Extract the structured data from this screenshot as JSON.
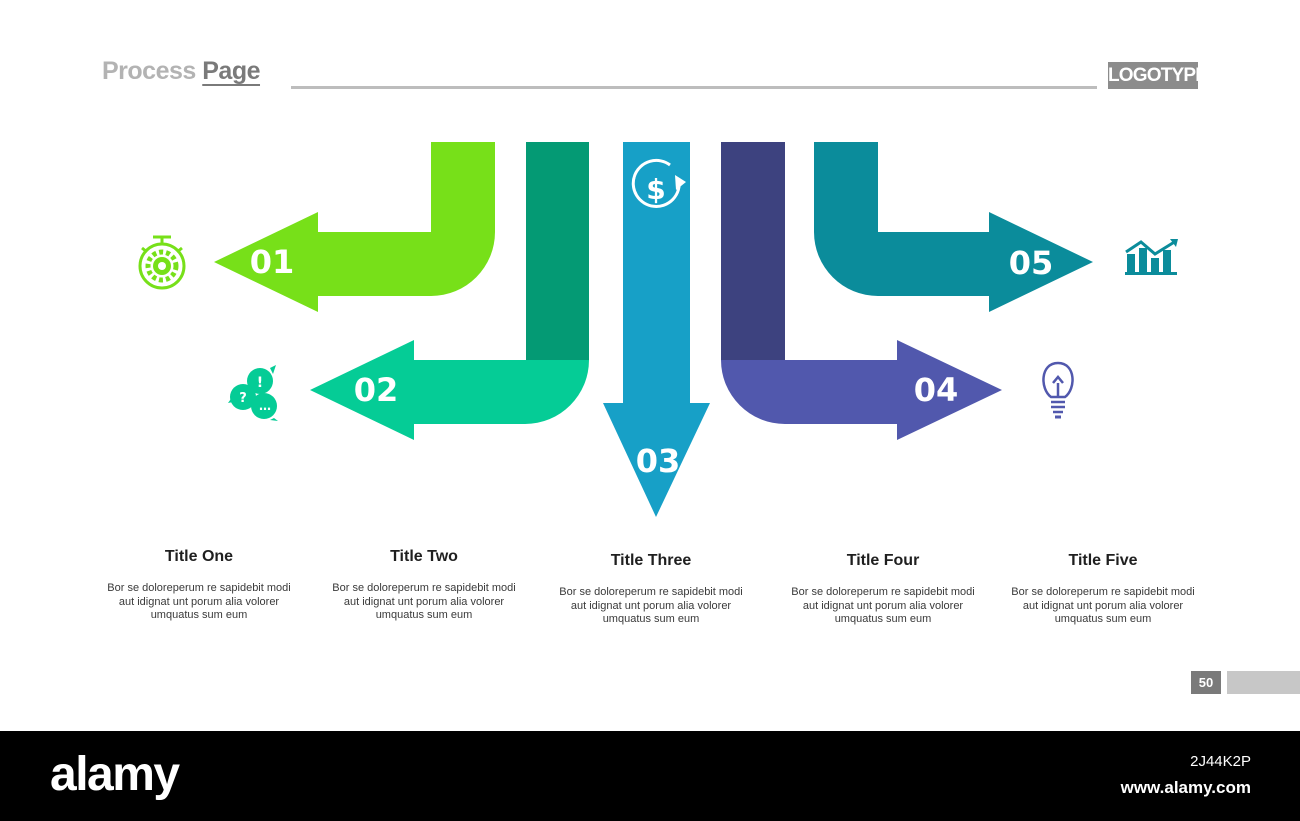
{
  "header": {
    "title_part1": "Process",
    "title_part2": "Page",
    "logo_text": "LOGOTYPE"
  },
  "steps": [
    {
      "number": "01",
      "title": "Title One",
      "text": "Bor se doloreperum re sapidebit modi aut idignat unt porum alia volorer umquatus sum eum",
      "icon": "stopwatch-gear-icon",
      "color": "#77e019",
      "stem_color": "#5da812",
      "direction": "left"
    },
    {
      "number": "02",
      "title": "Title Two",
      "text": "Bor se doloreperum re sapidebit modi aut idignat unt porum alia volorer umquatus sum eum",
      "icon": "chat-bubbles-icon",
      "color": "#05cc96",
      "stem_color": "#049a74",
      "direction": "left"
    },
    {
      "number": "03",
      "title": "Title Three",
      "text": "Bor se doloreperum re sapidebit modi aut idignat unt porum alia volorer umquatus sum eum",
      "icon": "dollar-cycle-icon",
      "color": "#17a0c7",
      "stem_color": "#17a0c7",
      "direction": "down"
    },
    {
      "number": "04",
      "title": "Title Four",
      "text": "Bor se doloreperum re sapidebit modi aut idignat unt porum alia volorer umquatus sum eum",
      "icon": "lightbulb-icon",
      "color": "#5158ad",
      "stem_color": "#3d427f",
      "direction": "right"
    },
    {
      "number": "05",
      "title": "Title Five",
      "text": "Bor se doloreperum re sapidebit modi aut idignat unt porum alia volorer umquatus sum eum",
      "icon": "growth-chart-icon",
      "color": "#0b8c9b",
      "stem_color": "#076876",
      "direction": "right"
    }
  ],
  "page_number": "50",
  "footer": {
    "brand": "alamy",
    "image_id": "2J44K2P",
    "url": "www.alamy.com"
  }
}
